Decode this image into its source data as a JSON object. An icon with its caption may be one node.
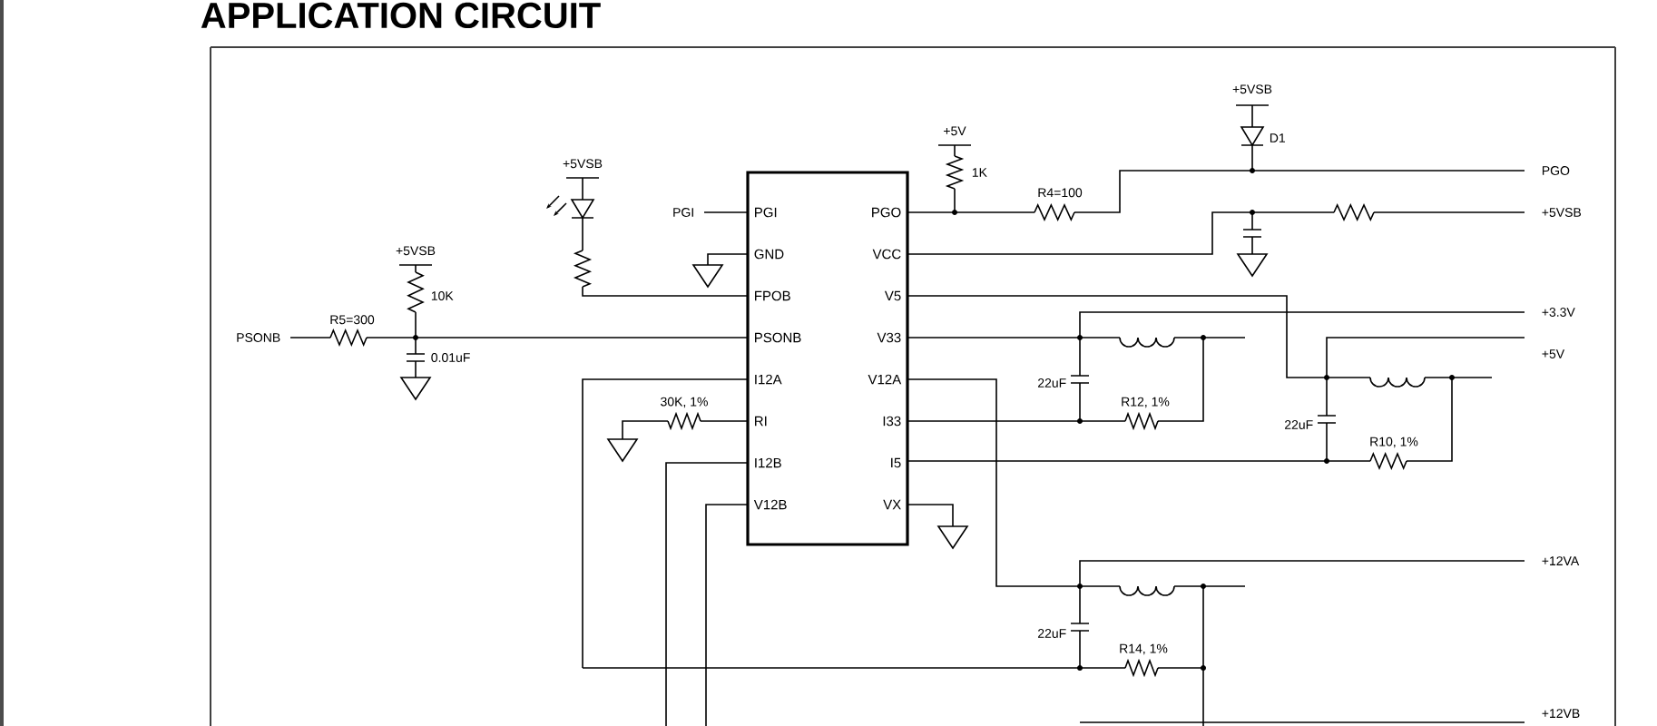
{
  "diagram": {
    "title": "APPLICATION CIRCUIT",
    "nodes": [
      {
        "text": [
          "PGI",
          "PGO",
          "GND",
          "VCC",
          "FPOB",
          "V5",
          "PSONB",
          "V33",
          "I12A",
          "V12A",
          "RI",
          "I33",
          "I12B",
          "I5",
          "V12B",
          "VX"
        ]
      }
    ],
    "edges": [],
    "labels": [
      "+5VSB",
      "+5V",
      "D1",
      "+5VSB",
      "1K",
      "PGO",
      "R4=100",
      "PGI",
      "+5VSB",
      "+5VSB",
      "10K",
      "PSONB",
      "R5=300",
      "0.01uF",
      "+3.3V",
      "+5V",
      "22uF",
      "R12, 1%",
      "30K, 1%",
      "22uF",
      "R10, 1%",
      "+12VA",
      "22uF",
      "R14, 1%",
      "+12VB"
    ]
  }
}
